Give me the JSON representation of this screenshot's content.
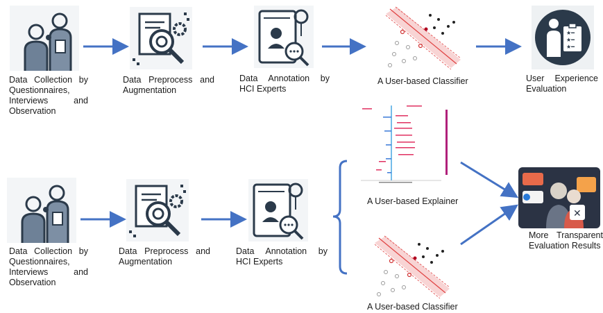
{
  "top_row": {
    "collection": {
      "line1": "Data Collection by",
      "line2": "Questionnaires,",
      "line3": "Interviews          and",
      "line4": "Observation"
    },
    "preprocess": {
      "line1": "Data Preprocess and",
      "line2": "Augmentation"
    },
    "annotation": {
      "line1": "Data Annotation by",
      "line2": "HCI Experts"
    },
    "classifier": {
      "line1": "A User-based Classifier"
    },
    "ux_eval": {
      "line1": "User Experience",
      "line2": "Evaluation"
    }
  },
  "bottom_row": {
    "collection": {
      "line1": "Data Collection by",
      "line2": "Questionnaires,",
      "line3": "Interviews          and",
      "line4": "Observation"
    },
    "preprocess": {
      "line1": "Data Preprocess and",
      "line2": "Augmentation"
    },
    "annotation": {
      "line1": "Data Annotation by",
      "line2": "HCI Experts"
    },
    "explainer": {
      "line1": "A User-based Explainer"
    },
    "classifier": {
      "line1": "A User-based Classifier"
    },
    "results": {
      "line1": "More Transparent",
      "line2": "Evaluation Results"
    }
  },
  "colors": {
    "arrow": "#4472c4",
    "icon_dark": "#2b3a4a",
    "accent_red": "#e04040"
  }
}
